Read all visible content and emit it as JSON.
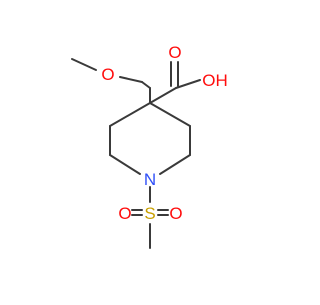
{
  "molecule": {
    "atoms": {
      "ether_oxygen": "O",
      "carbonyl_oxygen": "O",
      "hydroxyl": "OH",
      "ring_nitrogen": "N",
      "sulfur": "S",
      "sulfonyl_oxygen_left": "O",
      "sulfonyl_oxygen_right": "O"
    },
    "colors": {
      "bond": "#3a3a3a",
      "oxygen": "#ff0d0d",
      "nitrogen": "#3050f8",
      "sulfur": "#c8a000"
    }
  }
}
